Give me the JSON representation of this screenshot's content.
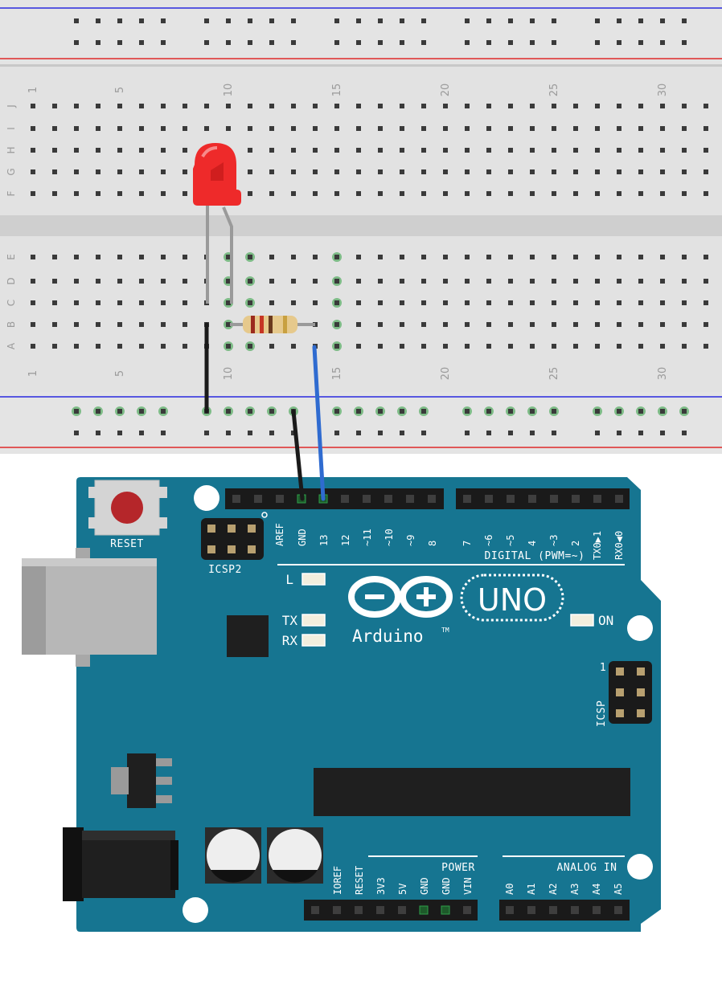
{
  "breadboard": {
    "column_numbers": [
      "1",
      "5",
      "10",
      "15",
      "20",
      "25",
      "30"
    ],
    "row_letters_top": [
      "J",
      "I",
      "H",
      "G",
      "F"
    ],
    "row_letters_bottom": [
      "E",
      "D",
      "C",
      "B",
      "A"
    ]
  },
  "arduino": {
    "reset_label": "RESET",
    "icsp2_label": "ICSP2",
    "icsp_label": "ICSP",
    "icsp_pin1": "1",
    "digital_label": "DIGITAL (PWM=~)",
    "digital_pins_left": [
      "AREF",
      "GND",
      "13",
      "12",
      "~11",
      "~10",
      "~9",
      "8"
    ],
    "digital_pins_right": [
      "7",
      "~6",
      "~5",
      "4",
      "~3",
      "2",
      "TX0▶1",
      "RX0◀0"
    ],
    "led_l": "L",
    "led_tx": "TX",
    "led_rx": "RX",
    "led_on": "ON",
    "brand": "Arduino",
    "tm": "TM",
    "model": "UNO",
    "power_label": "POWER",
    "power_pins": [
      "IOREF",
      "RESET",
      "3V3",
      "5V",
      "GND",
      "GND",
      "VIN"
    ],
    "analog_label": "ANALOG IN",
    "analog_pins": [
      "A0",
      "A1",
      "A2",
      "A3",
      "A4",
      "A5"
    ]
  },
  "colors": {
    "board": "#167591",
    "breadboard": "#dedede",
    "led": "#ee2a2a",
    "wire_gnd": "#1a1a1a",
    "wire_signal": "#2f6bd0",
    "connected_hole": "#2a9a3a"
  }
}
